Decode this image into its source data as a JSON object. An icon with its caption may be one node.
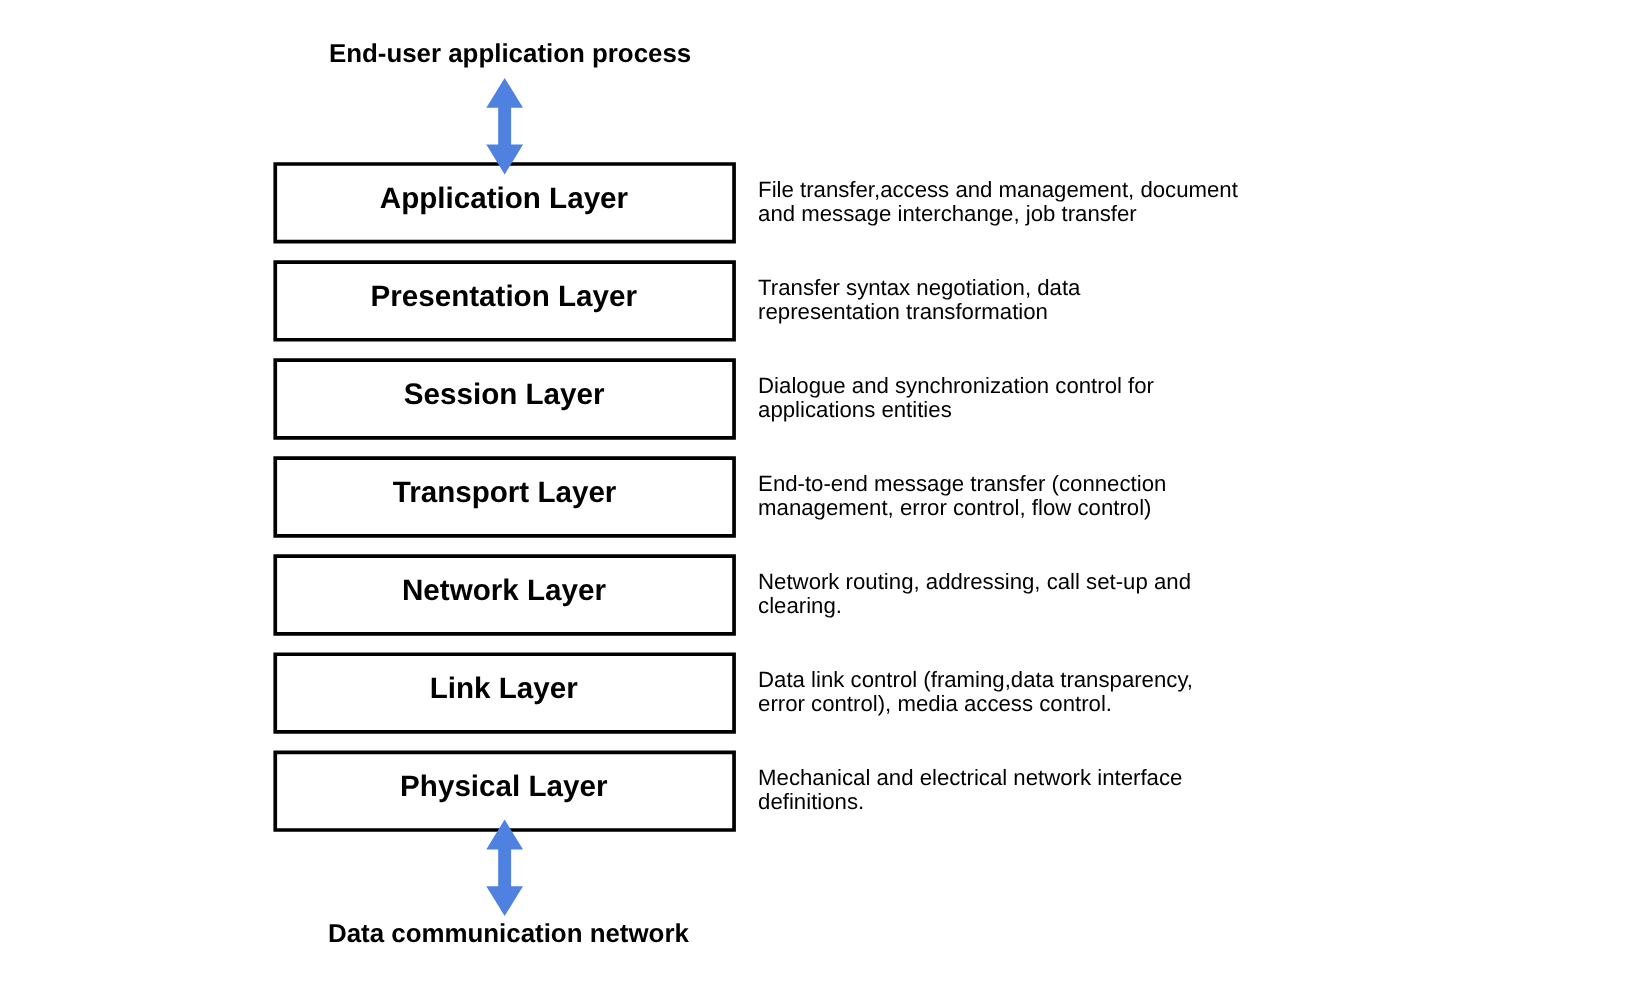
{
  "diagram": {
    "nodes": [
      {
        "text": [
          "End-user application process"
        ]
      },
      {
        "text": [
          "Application Layer"
        ],
        "beside": [
          "File transfer,access and management, document and message interchange, job transfer"
        ]
      },
      {
        "text": [
          "Presentation Layer"
        ],
        "beside": [
          "Transfer syntax negotiation, data representation transformation"
        ]
      },
      {
        "text": [
          "Session Layer"
        ],
        "beside": [
          "Dialogue and synchronization control for applications entities"
        ]
      },
      {
        "text": [
          "Transport Layer"
        ],
        "beside": [
          "End-to-end message transfer (connection management, error control, flow control)"
        ]
      },
      {
        "text": [
          "Network Layer"
        ],
        "beside": [
          "Network routing, addressing, call set-up and clearing."
        ]
      },
      {
        "text": [
          "Link Layer"
        ],
        "beside": [
          "Data link control (framing,data transparency, error control), media access control."
        ]
      },
      {
        "text": [
          "Physical Layer"
        ],
        "beside": [
          "Mechanical and electrical network interface definitions."
        ]
      },
      {
        "text": [
          "Data communication network"
        ]
      }
    ],
    "edges": [
      {
        "from": 0,
        "to": 1,
        "arrow": "both"
      },
      {
        "from": 7,
        "to": 8,
        "arrow": "both"
      }
    ]
  }
}
